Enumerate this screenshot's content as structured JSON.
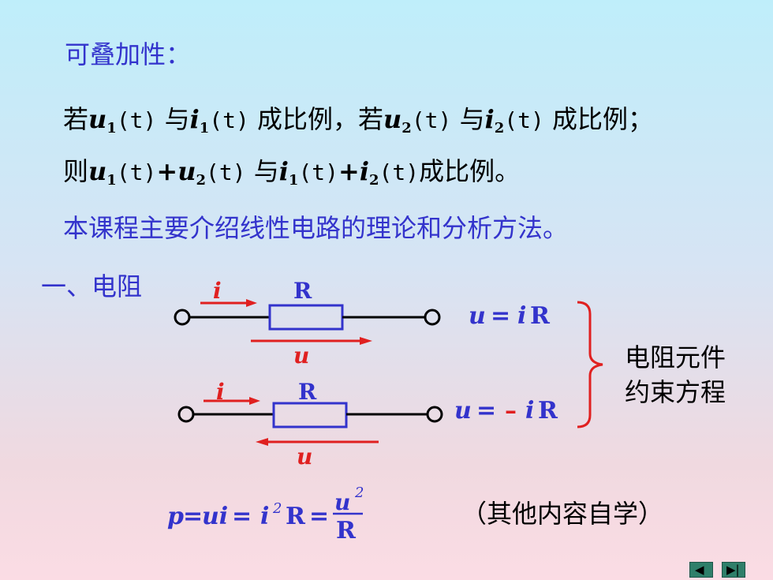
{
  "heading": "可叠加性：",
  "line1": {
    "p1": "若",
    "u": "u",
    "u_sub": "1",
    "t1": "(t)",
    "p2": " 与",
    "i": "i",
    "i_sub": "1",
    "t2": "(t)",
    "p3": " 成比例，若",
    "u2": "u",
    "u2_sub": "2",
    "t3": "(t)",
    "p4": " 与",
    "i2": "i",
    "i2_sub": "2",
    "t4": "(t)",
    "p5": " 成比例；"
  },
  "line2": {
    "p1": "则",
    "u": "u",
    "u_sub": "1",
    "t1": "(t)",
    "plus1": "+",
    "u2": "u",
    "u2_sub": "2",
    "t2": "(t)",
    "p2": " 与",
    "i": "i",
    "i_sub": "1",
    "t3": "(t)",
    "plus2": "+",
    "i2": "i",
    "i2_sub": "2",
    "t4": "(t)",
    "p3": "成比例。"
  },
  "course_note": "本课程主要介绍线性电路的理论和分析方法。",
  "section_title": "一、电阻",
  "circuit1": {
    "current": "i",
    "resistor": "R",
    "voltage": "u",
    "eq_u": "u",
    "eq_sign": "=",
    "eq_rhs_i": "i",
    "eq_rhs_R": "R"
  },
  "circuit2": {
    "current": "i",
    "resistor": "R",
    "voltage": "u",
    "eq_u": "u",
    "eq_sign": "=",
    "eq_minus": "–",
    "eq_rhs_i": "i",
    "eq_rhs_R": "R"
  },
  "brace_label_line1": "电阻元件",
  "brace_label_line2": "约束方程",
  "power": {
    "p": "p",
    "eq1": "=",
    "ui": "ui",
    "eq2": "=",
    "i": "i",
    "i_sup": "2",
    "R": "R",
    "eq3": "=",
    "num_u": "u",
    "num_sup": "2",
    "den": "R"
  },
  "self_study": "（其他内容自学）",
  "nav": {
    "prev_icon": "◀",
    "next_icon": "▶|"
  },
  "colors": {
    "blue": "#3333cc",
    "red": "#e02020",
    "nav": "#2f7f6a"
  }
}
